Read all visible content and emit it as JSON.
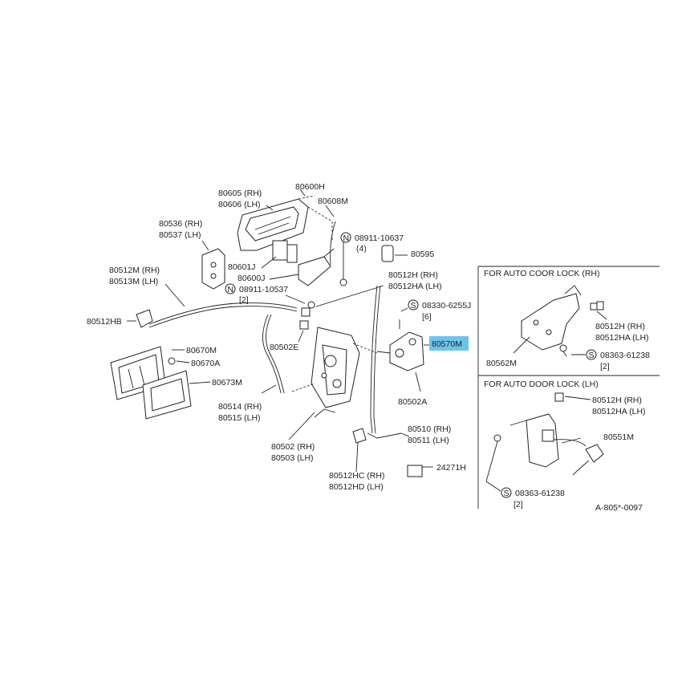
{
  "diagram": {
    "labels": {
      "p80600H": "80600H",
      "p80605": "80605 (RH)",
      "p80606": "80606 (LH)",
      "p80608M": "80608M",
      "p80536": "80536 (RH)",
      "p80537": "80537 (LH)",
      "n08911_10637": "08911-10637",
      "n08911_10637_qty": "(4)",
      "p80595": "80595",
      "p80601J": "80601J",
      "p80600J": "80600J",
      "p80512M": "80512M (RH)",
      "p80513M": "80513M (LH)",
      "n08911_10537": "08911-10537",
      "n08911_10537_qty": "[2]",
      "p80512H": "80512H (RH)",
      "p80512HA": "80512HA (LH)",
      "s08330_6255J": "08330-6255J",
      "s08330_6255J_qty": "[6]",
      "p80512HB": "80512HB",
      "p80570M": "80570M",
      "p80502E": "80502E",
      "p80670M": "80670M",
      "p80670A": "80670A",
      "p80673M": "80673M",
      "p80502A": "80502A",
      "p80514": "80514 (RH)",
      "p80515": "80515 (LH)",
      "p80510": "80510 (RH)",
      "p80511": "80511 (LH)",
      "p80502": "80502 (RH)",
      "p80503": "80503 (LH)",
      "p80512HC": "80512HC (RH)",
      "p80512HD": "80512HD (LH)",
      "p24271H": "24271H",
      "badge_n": "N",
      "badge_s": "S"
    },
    "inset_rh": {
      "title": "FOR AUTO COOR LOCK (RH)",
      "p80512H": "80512H (RH)",
      "p80512HA": "80512HA (LH)",
      "p80562M": "80562M",
      "s08363_61238": "08363-61238",
      "s08363_61238_qty": "[2]"
    },
    "inset_lh": {
      "title": "FOR AUTO DOOR LOCK (LH)",
      "p80512H": "80512H (RH)",
      "p80512HA": "80512HA (LH)",
      "p80551M": "80551M",
      "s08363_61238": "08363-61238",
      "s08363_61238_qty": "[2]"
    },
    "code": "A-805*-0097",
    "highlight_color": "#6cc4ec"
  }
}
